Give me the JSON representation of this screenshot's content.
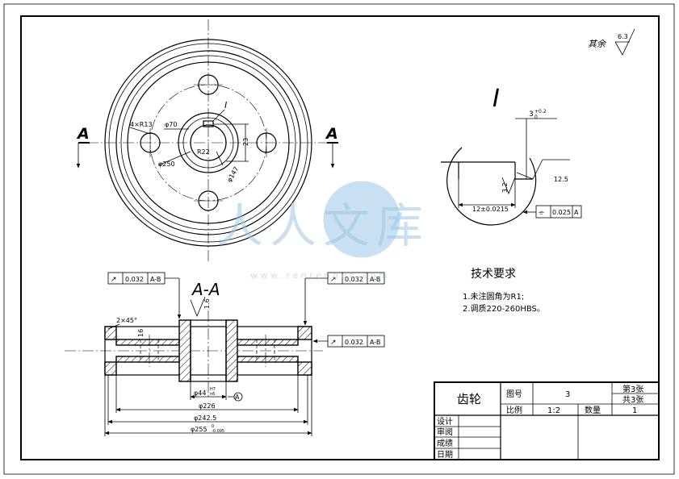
{
  "watermark": {
    "brand": "人人文库",
    "url": "w w w . r e n r e n d o c . c o m"
  },
  "roughness": {
    "label": "其余",
    "value": "6.3"
  },
  "front_view": {
    "section_letter_left": "A",
    "section_letter_right": "A",
    "detail_marker": "I",
    "dims": {
      "holes": "4×R13",
      "d70": "φ70",
      "r22": "R22",
      "d250": "φ250",
      "d147": "φ147",
      "keyway": "23"
    }
  },
  "detail_view": {
    "label": "I",
    "dims": {
      "depth": "3",
      "depth_tol": "+0.2",
      "depth_tol_low": "0",
      "width": "12±0.0215",
      "rough_side": "3.2",
      "rough_bottom": "12.5"
    },
    "tolerance": {
      "symbol": "⌯",
      "value": "0.025",
      "datum": "A"
    }
  },
  "section_view": {
    "title": "A-A",
    "chamfer": "2×45°",
    "rough": "1.6",
    "hole_dim": "16",
    "tol_left": {
      "symbol": "↗",
      "value": "0.032",
      "datum": "A-B"
    },
    "tol_top_right": {
      "symbol": "↗",
      "value": "0.032",
      "datum": "A-B"
    },
    "tol_right": {
      "symbol": "↗",
      "value": "0.032",
      "datum": "A-B"
    },
    "dims": {
      "bore": "φ44",
      "bore_fit_upper": "H7",
      "bore_fit_lower": "n6",
      "datum_mark": "A",
      "d226": "φ226",
      "d2425": "φ242.5",
      "d255": "φ255",
      "d255_tol_upper": "0",
      "d255_tol_lower": "-0.095"
    }
  },
  "technical_requirements": {
    "title": "技术要求",
    "items": [
      "1.未注圆角为R1;",
      "2.调质220-260HBS。"
    ]
  },
  "title_block": {
    "part_name": "齿轮",
    "drawing_no_label": "图号",
    "drawing_no": "3",
    "sheet": "第3张",
    "total": "共3张",
    "scale_label": "比例",
    "scale": "1:2",
    "qty_label": "数量",
    "qty": "1",
    "roles": [
      "设计",
      "审阅",
      "成绩",
      "日期"
    ]
  }
}
